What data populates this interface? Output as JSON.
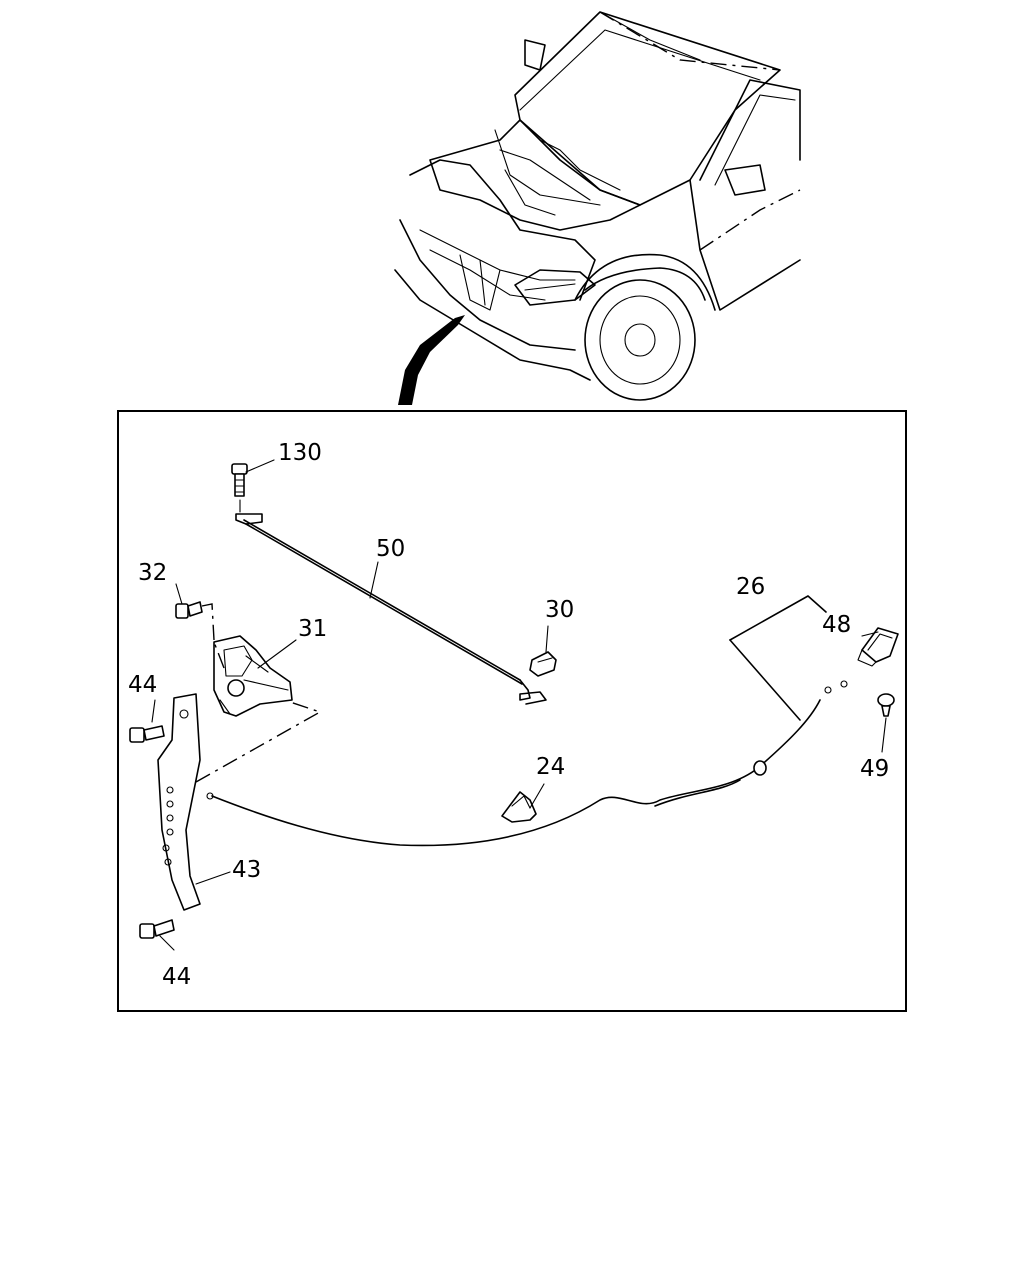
{
  "diagram": {
    "callouts": [
      {
        "id": "130",
        "text": "130"
      },
      {
        "id": "50",
        "text": "50"
      },
      {
        "id": "32",
        "text": "32"
      },
      {
        "id": "31",
        "text": "31"
      },
      {
        "id": "30",
        "text": "30"
      },
      {
        "id": "26",
        "text": "26"
      },
      {
        "id": "48",
        "text": "48"
      },
      {
        "id": "44a",
        "text": "44"
      },
      {
        "id": "24",
        "text": "24"
      },
      {
        "id": "49",
        "text": "49"
      },
      {
        "id": "43",
        "text": "43"
      },
      {
        "id": "44b",
        "text": "44"
      }
    ]
  }
}
